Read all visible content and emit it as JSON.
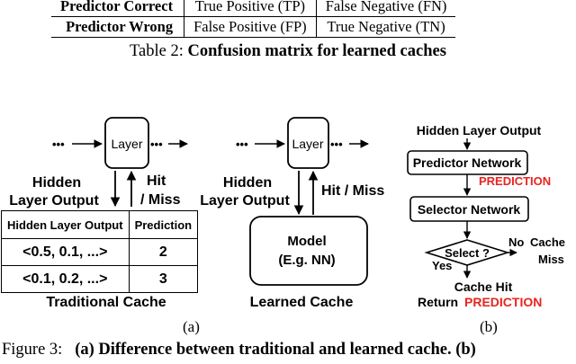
{
  "confusion_table": {
    "rows": [
      {
        "header": "Predictor Correct",
        "cells": [
          "True Positive (TP)",
          "False Negative (FN)"
        ]
      },
      {
        "header": "Predictor Wrong",
        "cells": [
          "False Positive (FP)",
          "True Negative (TN)"
        ]
      }
    ]
  },
  "table_caption": {
    "prefix": "Table 2: ",
    "title": "Confusion matrix for learned caches"
  },
  "figure": {
    "traditional": {
      "ellipsis": "•••",
      "layer": "Layer",
      "hidden_line1": "Hidden",
      "hidden_line2": "Layer Output",
      "hit_line1": "Hit",
      "hit_line2": "/ Miss",
      "table_headers": [
        "Hidden Layer Output",
        "Prediction"
      ],
      "table_rows": [
        [
          "<0.5, 0.1, ...>",
          "2"
        ],
        [
          "<0.1, 0.2, ...>",
          "3"
        ]
      ],
      "label": "Traditional Cache"
    },
    "learned": {
      "ellipsis": "•••",
      "layer": "Layer",
      "hidden_line1": "Hidden",
      "hidden_line2": "Layer Output",
      "hit": "Hit / Miss",
      "model_line1": "Model",
      "model_line2": "(E.g. NN)",
      "label": "Learned Cache"
    },
    "selector": {
      "input": "Hidden Layer Output",
      "predictor": "Predictor Network",
      "prediction_tag": "PREDICTION",
      "selector": "Selector Network",
      "decision": "Select ?",
      "no_line1": "No",
      "no_line2": "Cache",
      "no_line3": "Miss",
      "yes": "Yes",
      "hit_line1": "Cache Hit",
      "return_label": "Return",
      "return_value": "PREDICTION"
    },
    "sub_a": "(a)",
    "sub_b": "(b)"
  },
  "figure_caption": {
    "prefix": "Figure 3:",
    "title": "(a) Difference between traditional and learned cache. (b)"
  }
}
